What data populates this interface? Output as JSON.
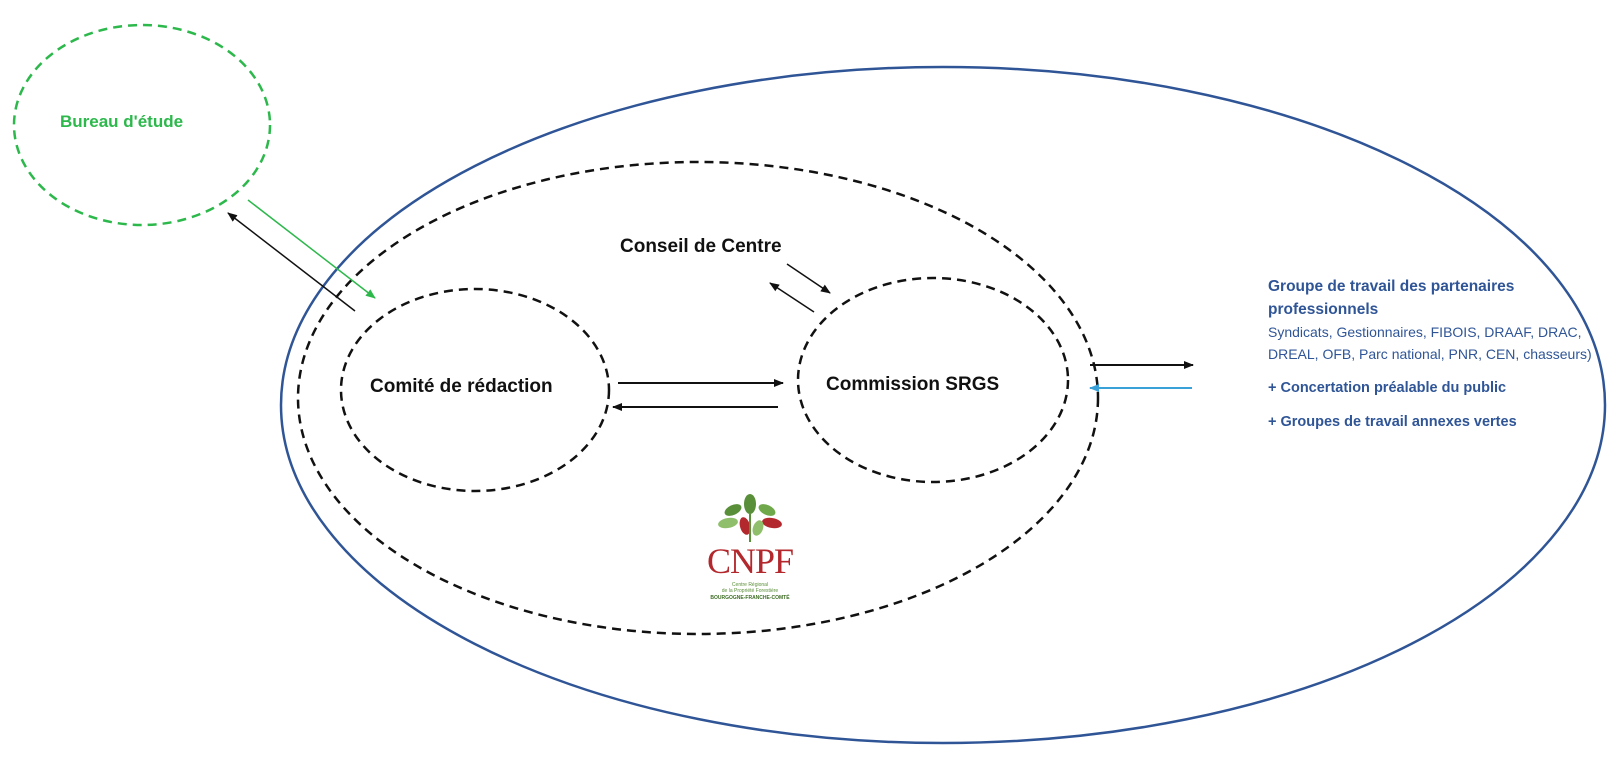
{
  "colors": {
    "outer_ellipse": "#2f5597",
    "dashed": "#111111",
    "bureau": "#2db84c",
    "groupe_text": "#2f5597",
    "light_blue_arrow": "#3aa0d8",
    "cnpf_red": "#b3282d",
    "cnpf_green": "#5a8f3a"
  },
  "nodes": {
    "bureau": "Bureau d'étude",
    "conseil": "Conseil de Centre",
    "comite": "Comité de rédaction",
    "commission": "Commission SRGS"
  },
  "groupe": {
    "title": "Groupe de travail des partenaires professionnels",
    "members": "Syndicats, Gestionnaires, FIBOIS, DRAAF, DRAC, DREAL, OFB, Parc national, PNR, CEN, chasseurs)",
    "extra1": "+ Concertation préalable du public",
    "extra2": "+ Groupes de travail annexes vertes"
  },
  "logo": {
    "name": "CNPF",
    "sub1": "Centre Régional",
    "sub2": "de la Propriété Forestière",
    "sub3": "BOURGOGNE-FRANCHE-COMTÉ"
  },
  "icons": [
    "cnpf-leaf-logo"
  ]
}
